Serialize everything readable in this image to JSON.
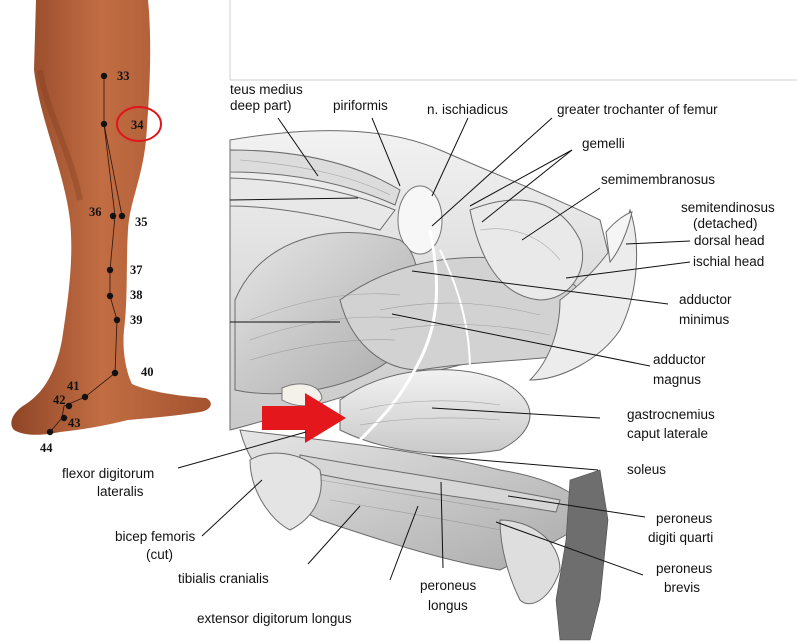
{
  "acupoint_figure": {
    "points": [
      {
        "id": "33",
        "label": "33"
      },
      {
        "id": "34",
        "label": "34",
        "highlight_color": "#e0151b"
      },
      {
        "id": "35",
        "label": "35"
      },
      {
        "id": "36",
        "label": "36"
      },
      {
        "id": "37",
        "label": "37"
      },
      {
        "id": "38",
        "label": "38"
      },
      {
        "id": "39",
        "label": "39"
      },
      {
        "id": "40",
        "label": "40"
      },
      {
        "id": "41",
        "label": "41"
      },
      {
        "id": "42",
        "label": "42"
      },
      {
        "id": "43",
        "label": "43"
      },
      {
        "id": "44",
        "label": "44"
      }
    ],
    "skin_color": "#b8643c"
  },
  "anatomy_figure": {
    "arrow_color": "#e3171c",
    "labels": {
      "gluteus_medius": [
        "teus medius",
        "deep part)"
      ],
      "piriformis": "piriformis",
      "ischiadicus": "n. ischiadicus",
      "trochanter": "greater trochanter of femur",
      "gemelli": "gemelli",
      "semimembranosus": "semimembranosus",
      "semitendinosus": [
        "semitendinosus",
        "(detached)"
      ],
      "dorsal_head": "dorsal head",
      "ischial_head": "ischial head",
      "adductor_minimus": [
        "adductor",
        "minimus"
      ],
      "adductor_magnus": [
        "adductor",
        "magnus"
      ],
      "gastrocnemius": [
        "gastrocnemius",
        "caput laterale"
      ],
      "soleus": "soleus",
      "peroneus_digiti_quarti": [
        "peroneus",
        "digiti quarti"
      ],
      "peroneus_brevis": [
        "peroneus",
        "brevis"
      ],
      "peroneus_longus": [
        "peroneus",
        "longus"
      ],
      "extensor_digitorum_longus": "extensor digitorum longus",
      "tibialis_cranialis": "tibialis cranialis",
      "bicep_femoris": [
        "bicep femoris",
        "(cut)"
      ],
      "flexor_digitorum_lateralis": [
        "flexor digitorum",
        "lateralis"
      ]
    }
  }
}
